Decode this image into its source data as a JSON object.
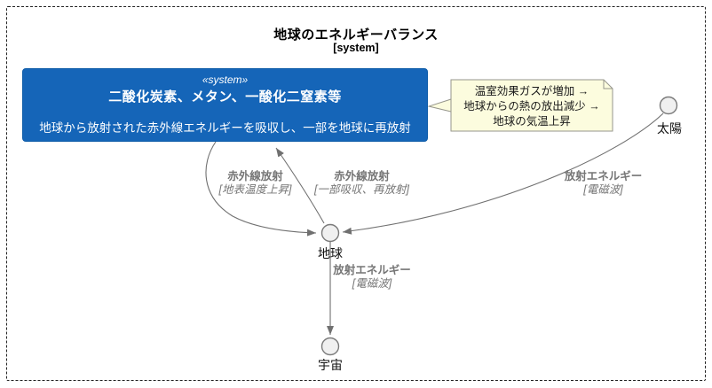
{
  "diagram": {
    "title": "地球のエネルギーバランス",
    "subtitle": "[system]"
  },
  "system_box": {
    "stereotype": "«system»",
    "name": "二酸化炭素、メタン、一酸化二窒素等",
    "description": "地球から放射された赤外線エネルギーを吸収し、一部を地球に再放射"
  },
  "note": {
    "line1": "温室効果ガスが増加 →",
    "line2": "地球からの熱の放出減少 →",
    "line3": "地球の気温上昇"
  },
  "nodes": {
    "sun": "太陽",
    "earth": "地球",
    "space": "宇宙"
  },
  "edges": [
    {
      "id": "ghg-to-earth",
      "label": "赤外線放射",
      "qualifier": "[地表温度上昇]"
    },
    {
      "id": "earth-to-ghg",
      "label": "赤外線放射",
      "qualifier": "[一部吸収、再放射]"
    },
    {
      "id": "sun-to-earth",
      "label": "放射エネルギー",
      "qualifier": "[電磁波]"
    },
    {
      "id": "earth-to-space",
      "label": "放射エネルギー",
      "qualifier": "[電磁波]"
    }
  ],
  "colors": {
    "accent": "#1565B8",
    "accentBorder": "#0E5CA8",
    "noteBg": "#FCFCDE",
    "noteBorder": "#96968C",
    "edge": "#707070",
    "labelGray": "#767676",
    "nodeFill": "#F0F0F0",
    "nodeStroke": "#7A7A7A",
    "frame": "#222222"
  }
}
